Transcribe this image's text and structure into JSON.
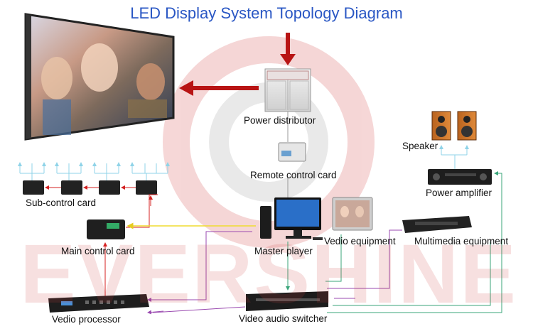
{
  "title": "LED Display System Topology Diagram",
  "watermark": "EVERSHINE",
  "labels": {
    "power_distributor": "Power distributor",
    "remote_control_card": "Remote control card",
    "speaker": "Speaker",
    "power_amplifier": "Power amplifier",
    "sub_control_card": "Sub-control card",
    "main_control_card": "Main control card",
    "master_player": "Master player",
    "vedio_equipment": "Vedio equipment",
    "multimedia_equipment": "Multimedia equipment",
    "vedio_processor": "Vedio processor",
    "video_audio_switcher": "Video audio switcher"
  },
  "colors": {
    "title": "#2a57c4",
    "power_arrow": "#b81414",
    "signal_red": "#d42020",
    "data_yellow": "#f0dc30",
    "link_purple": "#9a4ab0",
    "link_green": "#3aa57a",
    "link_cyan": "#8fd3e8",
    "link_gray": "#999999"
  }
}
